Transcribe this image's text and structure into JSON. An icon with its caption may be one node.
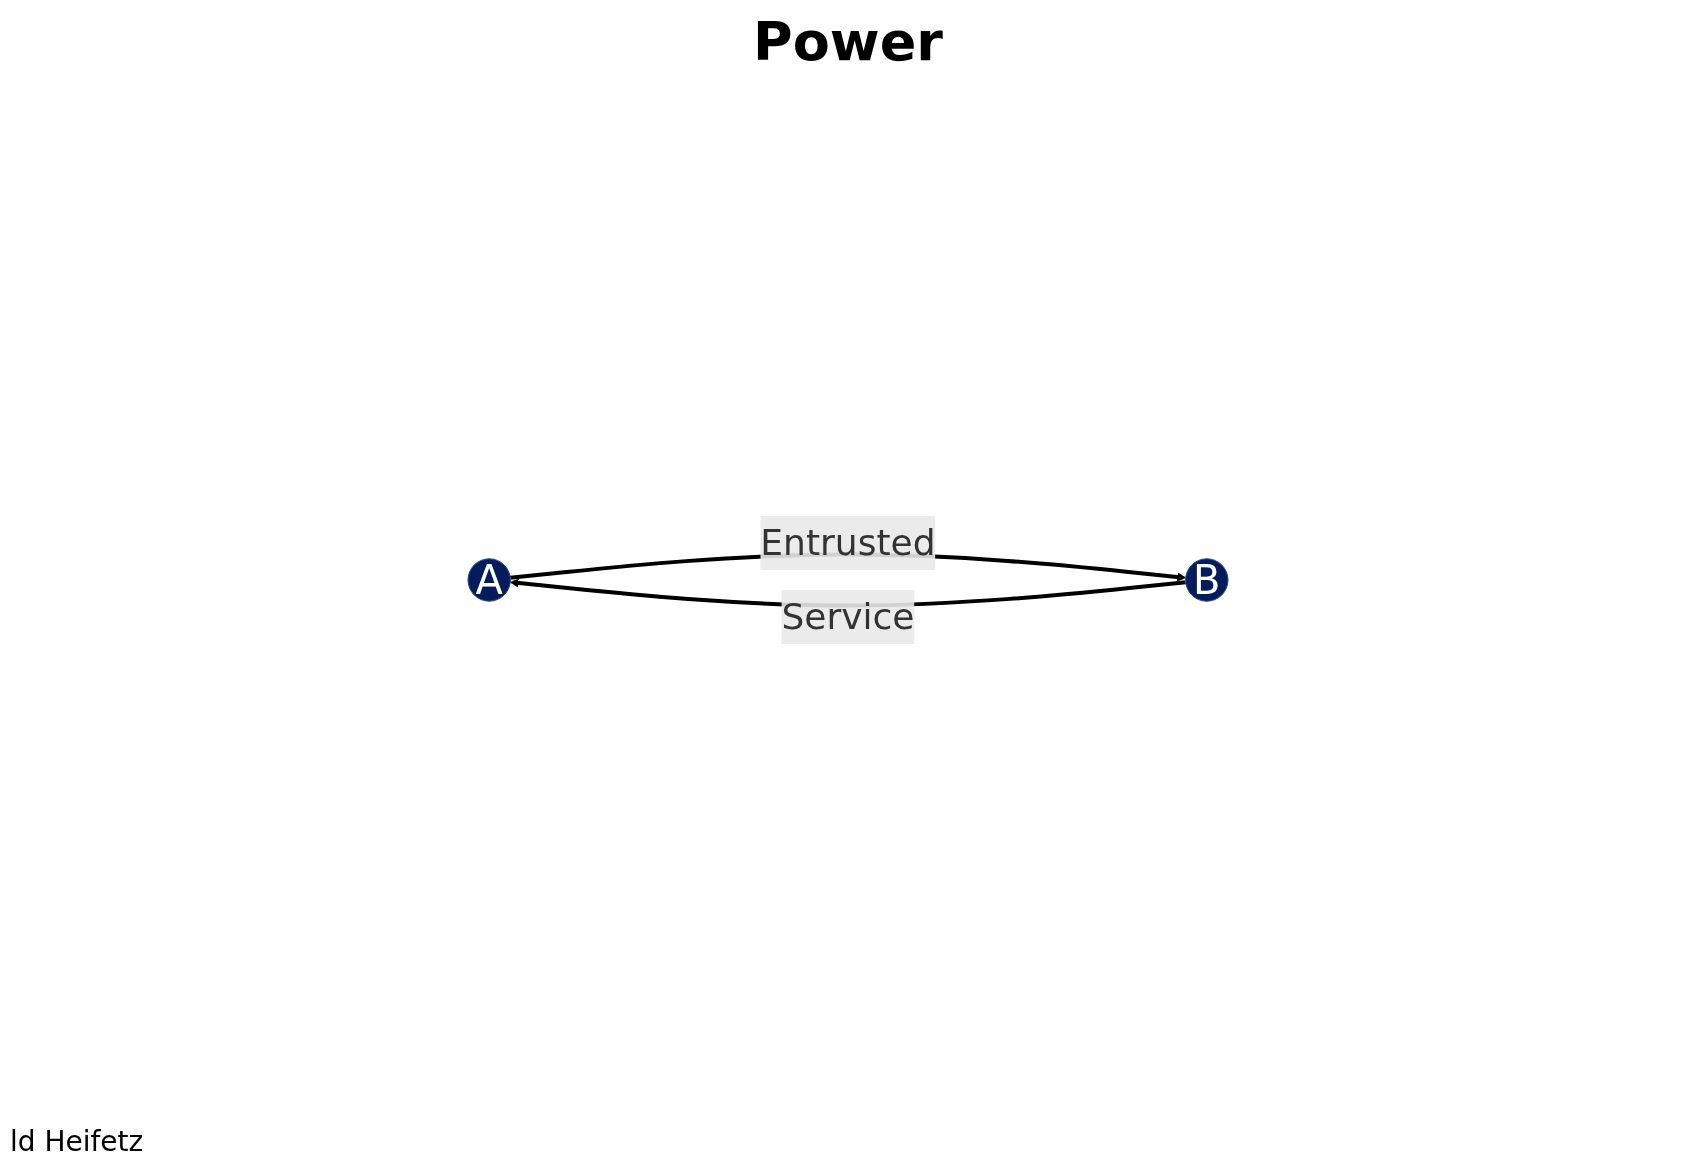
{
  "diagram": {
    "title": "Power",
    "nodes": [
      {
        "text": [
          "A"
        ]
      },
      {
        "text": [
          "B"
        ]
      }
    ],
    "edges": [
      {
        "from": 0,
        "to": 1,
        "arrow": "to",
        "label": "Entrusted"
      },
      {
        "from": 1,
        "to": 0,
        "arrow": "to",
        "label": "Service"
      }
    ],
    "labels": [
      "ld Heifetz"
    ]
  }
}
